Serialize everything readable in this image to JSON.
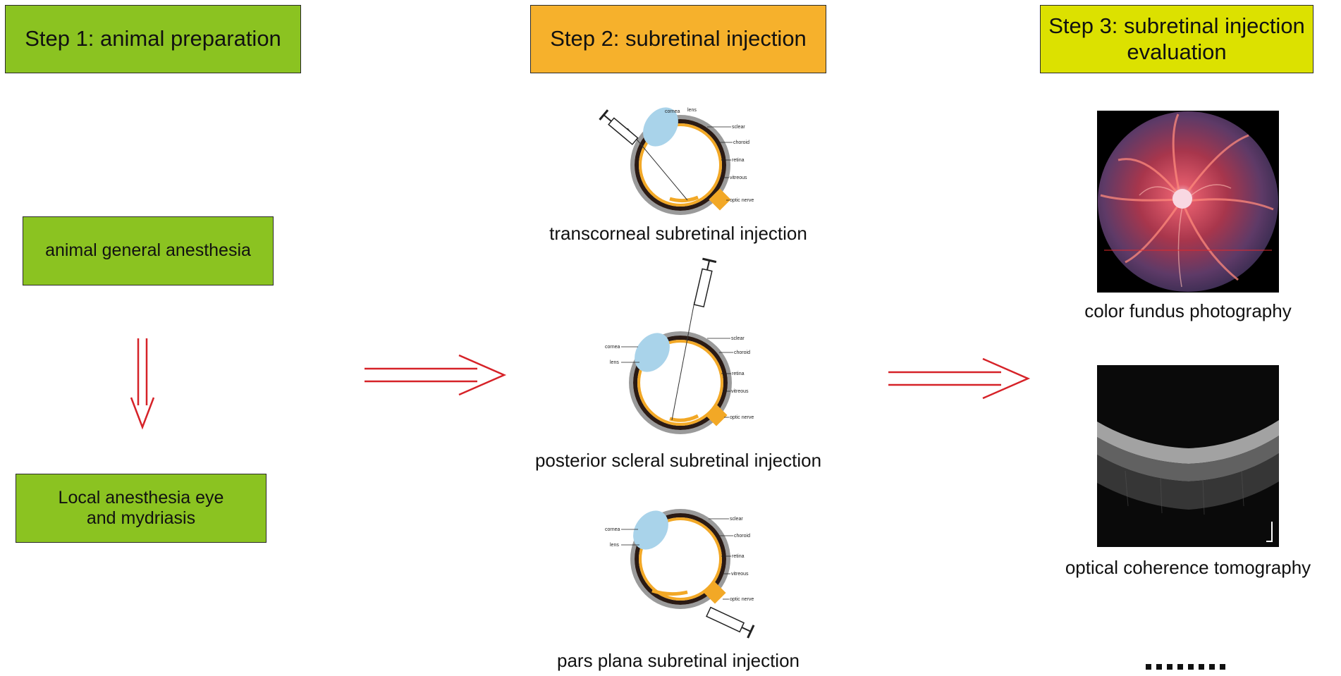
{
  "colors": {
    "step1": "#8bc321",
    "step2": "#f6b12c",
    "step3": "#dce100",
    "arrow": "#d62228",
    "lens": "#a9d3ea",
    "retina": "#f2a826",
    "choroid": "#2a1a14",
    "sclera": "#9a9a9a"
  },
  "step1": {
    "header": "Step 1: animal preparation",
    "box1": "animal general anesthesia",
    "box2_line1": "Local anesthesia eye",
    "box2_line2": "and mydriasis"
  },
  "step2": {
    "header": "Step 2: subretinal injection",
    "captions": [
      "transcorneal subretinal injection",
      "posterior scleral subretinal injection",
      "pars plana subretinal injection"
    ],
    "eye_labels": {
      "cornea": "cornea",
      "lens": "lens",
      "sclear": "sclear",
      "choroid": "choroid",
      "retina": "retina",
      "vitreous": "vitreous",
      "optic_nerve": "optic nerve"
    }
  },
  "step3": {
    "header_line1": "Step 3: subretinal injection",
    "header_line2": "evaluation",
    "captions": [
      "color fundus photography",
      "optical coherence tomography"
    ]
  },
  "icons": {
    "arrow_down": "double-line-down-arrow-icon",
    "arrow_right": "double-line-right-arrow-icon",
    "syringe": "syringe-icon",
    "ellipsis": "ellipsis-icon"
  }
}
